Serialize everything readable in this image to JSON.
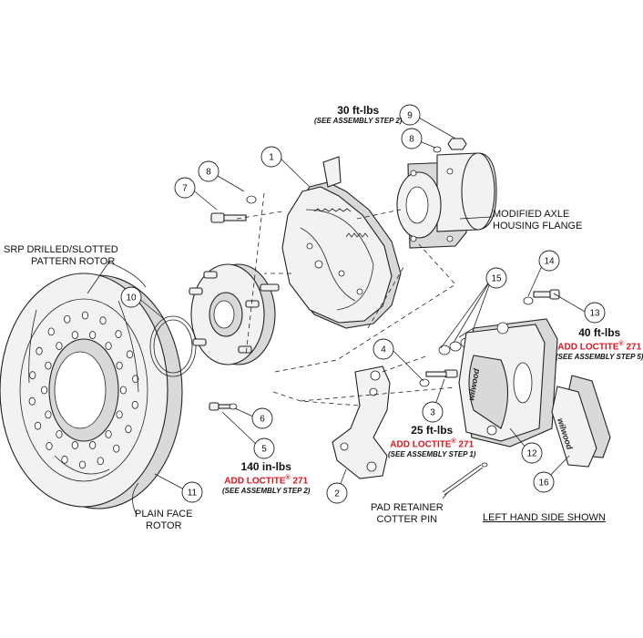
{
  "bubbles": [
    {
      "id": "b1",
      "num": "1"
    },
    {
      "id": "b2",
      "num": "2"
    },
    {
      "id": "b3",
      "num": "3"
    },
    {
      "id": "b4",
      "num": "4"
    },
    {
      "id": "b5",
      "num": "5"
    },
    {
      "id": "b6",
      "num": "6"
    },
    {
      "id": "b7",
      "num": "7"
    },
    {
      "id": "b8a",
      "num": "8"
    },
    {
      "id": "b8b",
      "num": "8"
    },
    {
      "id": "b9",
      "num": "9"
    },
    {
      "id": "b10",
      "num": "10"
    },
    {
      "id": "b11",
      "num": "11"
    },
    {
      "id": "b12",
      "num": "12"
    },
    {
      "id": "b13",
      "num": "13"
    },
    {
      "id": "b14",
      "num": "14"
    },
    {
      "id": "b15",
      "num": "15"
    },
    {
      "id": "b16",
      "num": "16"
    }
  ],
  "labels": {
    "rotor_top_1": "SRP DRILLED/SLOTTED",
    "rotor_top_2": "PATTERN ROTOR",
    "axle_1": "MODIFIED AXLE",
    "axle_2": "HOUSING FLANGE",
    "rotor_bottom_1": "PLAIN FACE",
    "rotor_bottom_2": "ROTOR",
    "pin_1": "PAD RETAINER",
    "pin_2": "COTTER PIN",
    "side_note": "LEFT HAND SIDE SHOWN"
  },
  "torque": {
    "t30": {
      "value": "30 ft-lbs",
      "step": "(SEE ASSEMBLY STEP 2)"
    },
    "t40": {
      "value": "40 ft-lbs",
      "loctite": "ADD LOCTITE",
      "loctite_mark": "®",
      "loctite_num": "271",
      "step": "(SEE ASSEMBLY STEP 5)"
    },
    "t25": {
      "value": "25 ft-lbs",
      "loctite": "ADD LOCTITE",
      "loctite_mark": "®",
      "loctite_num": "271",
      "step": "(SEE ASSEMBLY STEP 1)"
    },
    "t140": {
      "value": "140 in-lbs",
      "loctite": "ADD LOCTITE",
      "loctite_mark": "®",
      "loctite_num": "271",
      "step": "(SEE ASSEMBLY STEP 2)"
    }
  },
  "pad_brand": "wilwood",
  "colors": {
    "line": "#222222",
    "loctite": "#e0141e",
    "fill": "#f2f2f2",
    "shade": "#d9d9d9"
  }
}
